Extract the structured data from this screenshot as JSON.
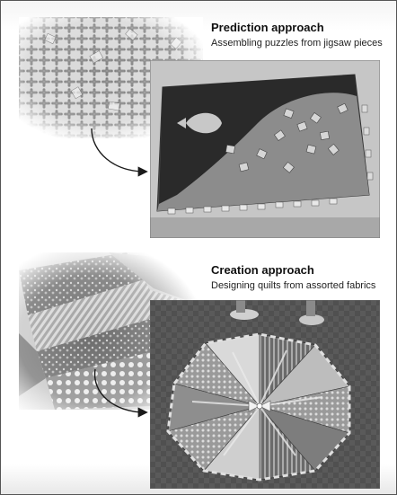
{
  "prediction": {
    "title": "Prediction approach",
    "subtitle": "Assembling puzzles from jigsaw pieces"
  },
  "creation": {
    "title": "Creation approach",
    "subtitle": "Designing quilts from assorted fabrics"
  },
  "colors": {
    "arrow": "#1a1a1a",
    "frame_border": "#555555"
  }
}
